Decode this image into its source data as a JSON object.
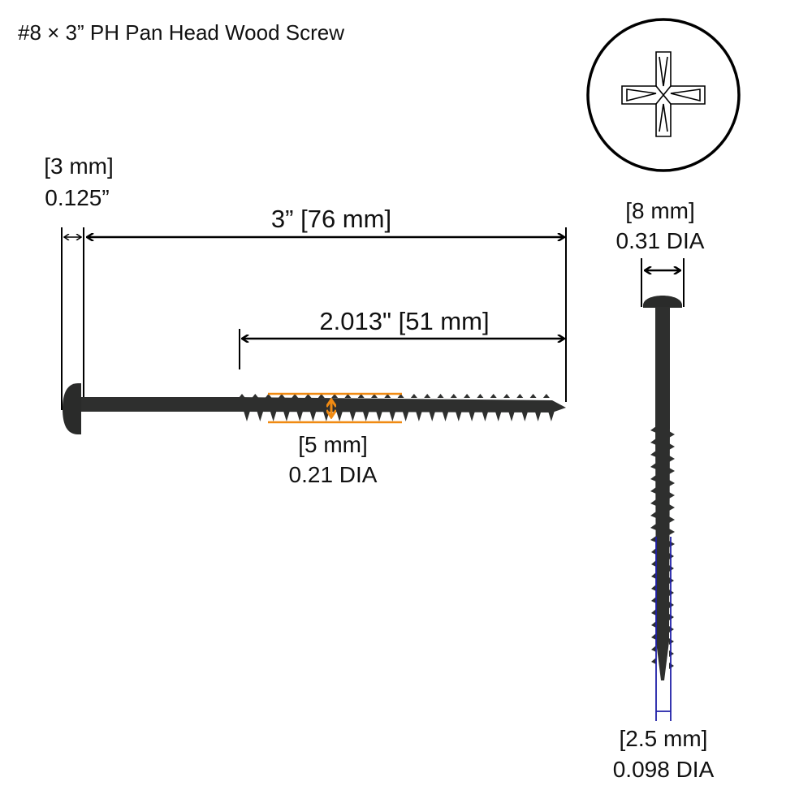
{
  "title": "#8 × 3” PH Pan Head Wood Screw",
  "head_height": {
    "metric": "[3 mm]",
    "imperial": "0.125”"
  },
  "overall_length": {
    "label": "3” [76 mm]"
  },
  "thread_length": {
    "label": "2.013\" [51 mm]"
  },
  "thread_diameter": {
    "metric": "[5 mm]",
    "imperial": "0.21 DIA"
  },
  "head_diameter": {
    "metric": "[8 mm]",
    "imperial": "0.31 DIA"
  },
  "root_diameter": {
    "metric": "[2.5 mm]",
    "imperial": "0.098 DIA"
  },
  "colors": {
    "thread_marker": "#f08a12",
    "root_marker": "#2020a8",
    "screw": "#2e2f2e",
    "line": "#000000"
  }
}
